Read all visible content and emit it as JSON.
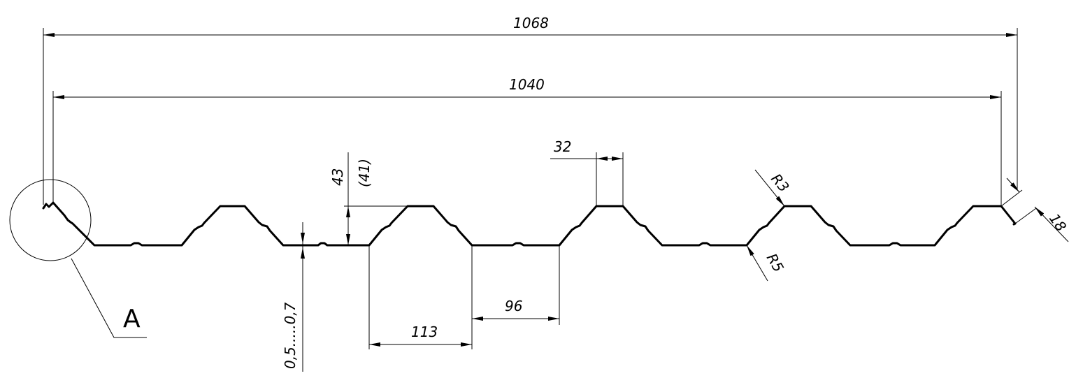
{
  "drawing": {
    "stroke_color": "#000000",
    "background_color": "#ffffff",
    "dimensions": {
      "overall_width": "1068",
      "covering_width": "1040",
      "rib_top_width": "32",
      "profile_height": "43",
      "profile_height_alt": "(41)",
      "thickness": "0,5.....0,7",
      "pitch": "113",
      "valley_width": "96",
      "edge_size": "18",
      "radius_top": "R3",
      "radius_bottom": "R5"
    },
    "detail_callout": "A"
  }
}
